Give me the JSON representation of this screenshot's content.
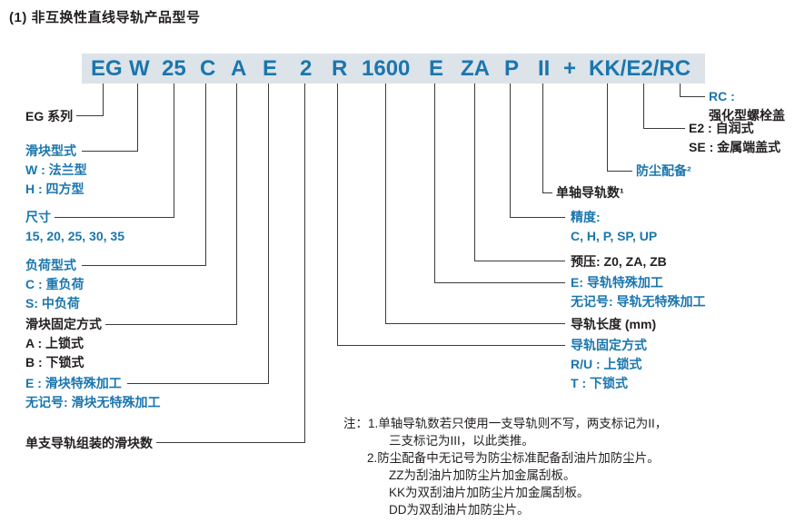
{
  "colors": {
    "accent_blue": "#1a76ae",
    "text_black": "#231f20",
    "bar_background": "#dce3e9"
  },
  "title": "(1) 非互换性直线导轨产品型号",
  "model_bar": {
    "segments": [
      "EG",
      "W",
      "25",
      "C",
      "A",
      "E",
      "2",
      "R",
      "1600",
      "E",
      "ZA",
      "P",
      "II",
      "+",
      "KK/E2/RC"
    ]
  },
  "callouts": {
    "series": {
      "lines": [
        "EG 系列"
      ]
    },
    "block_type": {
      "lines": [
        "滑块型式",
        "W : 法兰型",
        "H : 四方型"
      ]
    },
    "size": {
      "lines": [
        "尺寸",
        "15, 20, 25, 30, 35"
      ]
    },
    "load_type": {
      "lines": [
        "负荷型式",
        "C : 重负荷",
        "S: 中负荷"
      ]
    },
    "block_mounting": {
      "lines": [
        "滑块固定方式",
        "A : 上锁式",
        "B : 下锁式"
      ]
    },
    "block_machining": {
      "lines": [
        "E : 滑块特殊加工",
        "无记号: 滑块无特殊加工"
      ]
    },
    "block_count": {
      "lines": [
        "单支导轨组装的滑块数"
      ]
    },
    "rail_mounting": {
      "lines": [
        "导轨固定方式",
        "R/U : 上锁式",
        "T : 下锁式"
      ]
    },
    "rail_length": {
      "lines": [
        "导轨长度 (mm)"
      ]
    },
    "rail_machining": {
      "lines": [
        "E: 导轨特殊加工",
        "无记号: 导轨无特殊加工"
      ]
    },
    "preload": {
      "lines": [
        "预压: Z0, ZA, ZB"
      ]
    },
    "accuracy": {
      "lines": [
        "精度:",
        "C, H, P, SP, UP"
      ]
    },
    "rail_count": {
      "lines": [
        "单轴导轨数¹"
      ]
    },
    "dust_protection": {
      "lines": [
        "防尘配备²"
      ]
    },
    "e2_se": {
      "lines": [
        "E2 : 自润式",
        "SE : 金属端盖式"
      ]
    },
    "rc": {
      "lines": [
        "RC :",
        "强化型螺栓盖"
      ]
    }
  },
  "notes": {
    "lines": [
      "注：1.单轴导轨数若只使用一支导轨则不写，两支标记为II，",
      "三支标记为III，以此类推。",
      "2.防尘配备中无记号为防尘标准配备刮油片加防尘片。",
      "ZZ为刮油片加防尘片加金属刮板。",
      "KK为双刮油片加防尘片加金属刮板。",
      "DD为双刮油片加防尘片。"
    ]
  }
}
